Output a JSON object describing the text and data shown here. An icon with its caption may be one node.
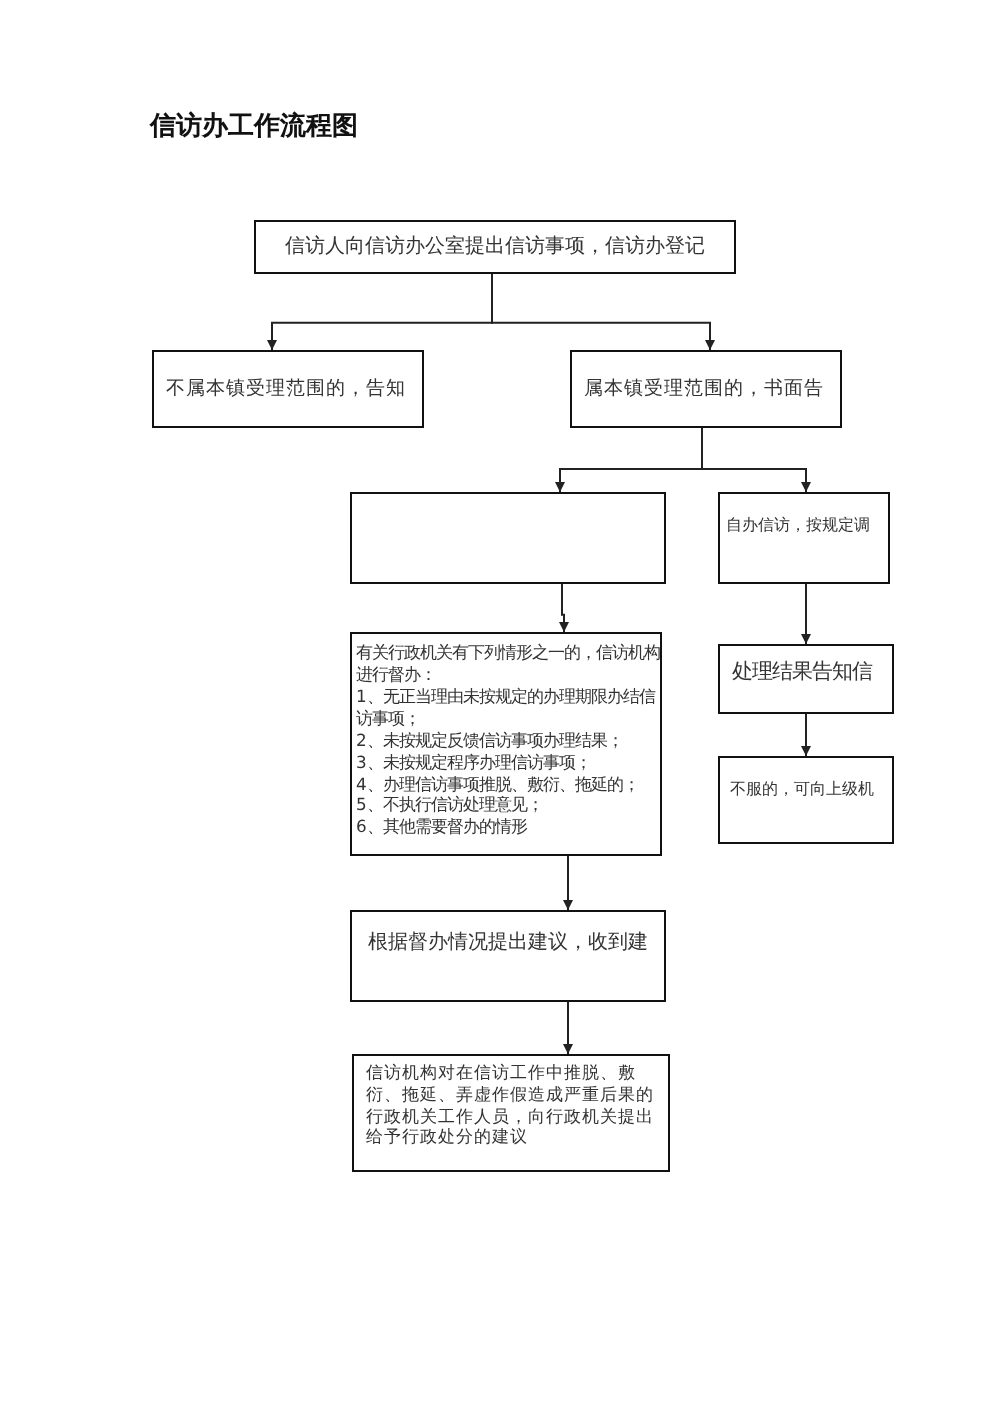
{
  "diagram": {
    "title": "信访办工作流程图",
    "nodes": [
      {
        "text": [
          "信访人向信访办公室提出信访事项，信访办登记"
        ]
      },
      {
        "text": [
          "不属本镇受理范围的，告知"
        ]
      },
      {
        "text": [
          "属本镇受理范围的，书面告"
        ]
      },
      {
        "text": [],
        "shape": "box"
      },
      {
        "text": [
          "自办信访，按规定调"
        ]
      },
      {
        "text": [
          "有关行政机关有下列情形之一的，信访机构进行督办：",
          "1、无正当理由未按规定的办理期限办结信访事项；",
          "2、未按规定反馈信访事项办理结果；",
          "3、未按规定程序办理信访事项；",
          "4、办理信访事项推脱、敷衍、拖延的；",
          "5、不执行信访处理意见；",
          "6、其他需要督办的情形"
        ]
      },
      {
        "text": [
          "处理结果告知信"
        ]
      },
      {
        "text": [
          "不服的，可向上级机"
        ]
      },
      {
        "text": [
          "根据督办情况提出建议，收到建"
        ]
      },
      {
        "text": [
          "信访机构对在信访工作中推脱、敷衍、拖延、弄虚作假造成严重后果的行政机关工作人员，向行政机关提出给予行政处分的建议"
        ]
      }
    ],
    "edges": [
      {
        "from": 0,
        "to": 1,
        "arrow": "to"
      },
      {
        "from": 0,
        "to": 2,
        "arrow": "to"
      },
      {
        "from": 2,
        "to": 3,
        "arrow": "to"
      },
      {
        "from": 2,
        "to": 4,
        "arrow": "to"
      },
      {
        "from": 3,
        "to": 5,
        "arrow": "to"
      },
      {
        "from": 4,
        "to": 6,
        "arrow": "to"
      },
      {
        "from": 6,
        "to": 7,
        "arrow": "to"
      },
      {
        "from": 5,
        "to": 8,
        "arrow": "to"
      },
      {
        "from": 8,
        "to": 9,
        "arrow": "to"
      }
    ]
  }
}
